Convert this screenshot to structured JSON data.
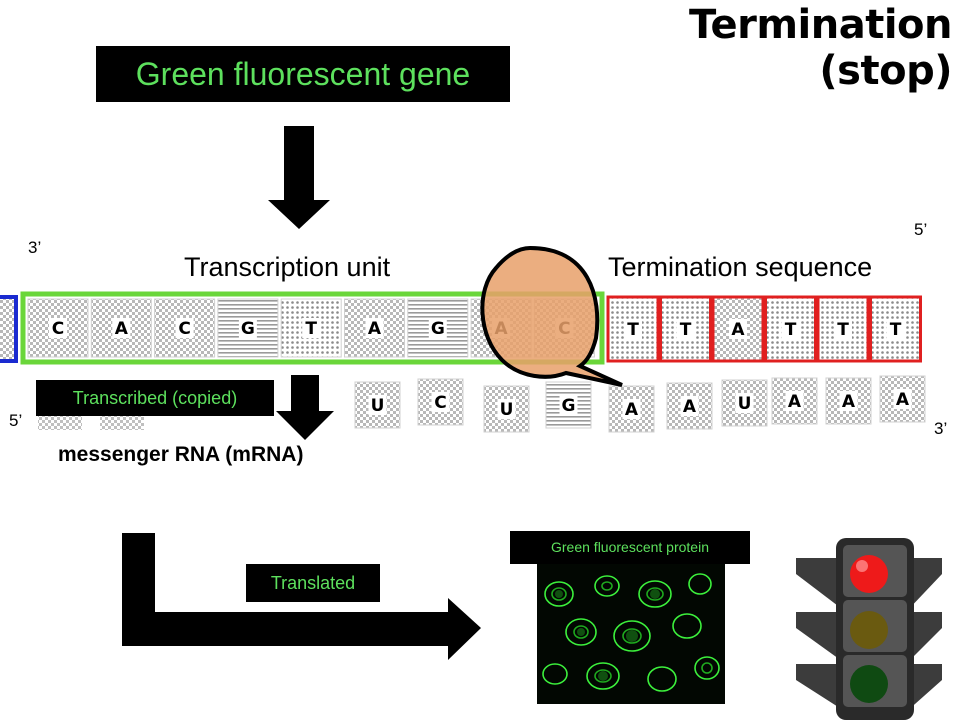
{
  "title": "Termination (stop)",
  "gene_label": "Green fluorescent gene",
  "transcription_unit_label": "Transcription unit",
  "termination_sequence_label": "Termination sequence",
  "prime_top_left": "3’",
  "prime_top_right": "5’",
  "prime_bottom_left": "5’",
  "prime_bottom_right": "3’",
  "transcribed_label": "Transcribed (copied)",
  "mrna_label": "messenger RNA (mRNA)",
  "translated_label": "Translated",
  "protein_label": "Green fluorescent protein",
  "dna_transcription_unit": [
    "C",
    "A",
    "C",
    "G",
    "T",
    "A",
    "G",
    "A",
    "C"
  ],
  "dna_termination": [
    "T",
    "T",
    "A",
    "T",
    "T",
    "T"
  ],
  "mrna_strand": [
    "U",
    "C",
    "U",
    "G",
    "A",
    "A",
    "U",
    "A",
    "A",
    "A"
  ],
  "colors": {
    "label_green": "#5de05d",
    "unit_border": "#6ad63a",
    "termination_border": "#e02020",
    "left_border": "#1a2ad0",
    "bubble": "#e8a06a"
  }
}
